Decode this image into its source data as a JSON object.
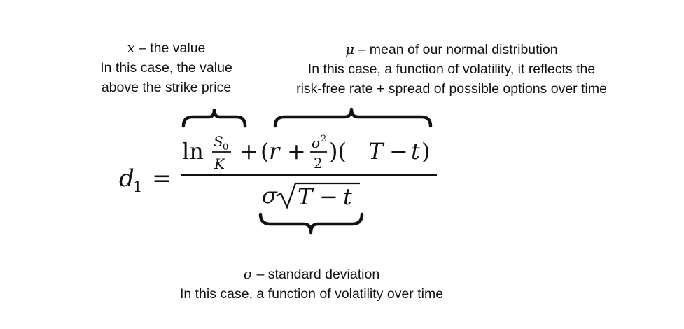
{
  "annotations": {
    "x": {
      "symbol": "x",
      "dash_text": " – the value",
      "line2": "In this case, the value",
      "line3": "above the strike price"
    },
    "mu": {
      "symbol": "μ",
      "dash_text": " – mean of our normal distribution",
      "line2": "In this case, a function of volatility, it reflects the",
      "line3": "risk-free rate + spread of possible options over time"
    },
    "sigma": {
      "symbol": "σ",
      "dash_text": " – standard deviation",
      "line2": "In this case, a function of volatility over time"
    }
  },
  "formula": {
    "lhs_var": "d",
    "lhs_sub": "1",
    "equals": "=",
    "ln": "ln",
    "s0_var": "S",
    "s0_sub": "0",
    "k_var": "K",
    "plus": "+",
    "r_open": "(",
    "r_var": "r",
    "sigma_var": "σ",
    "sq_sup": "2",
    "half_den": "2",
    "close_open": ")(",
    "t_var": "T",
    "minus": "−",
    "t_small": "t",
    "close": ")",
    "den_sigma": "σ"
  }
}
